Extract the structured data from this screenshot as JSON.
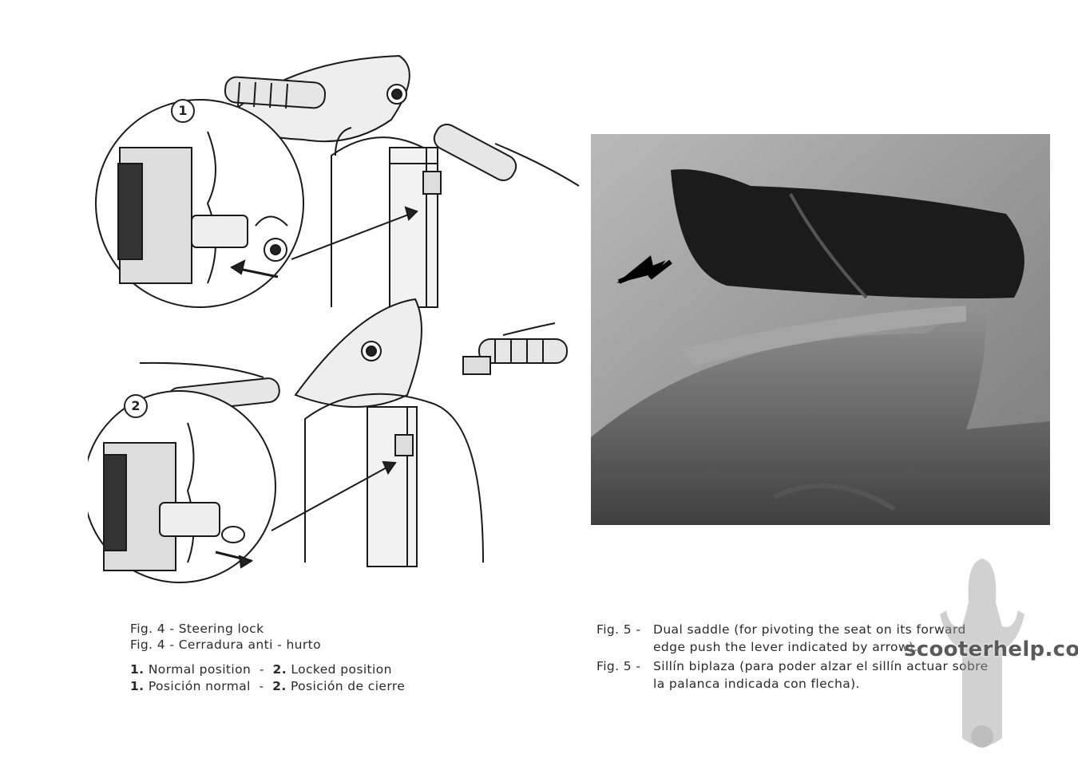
{
  "figure4": {
    "marker_1": "1",
    "marker_2": "2",
    "caption_en": "Fig. 4 - Steering lock",
    "caption_es": "Fig. 4 - Cerradura anti - hurto",
    "legend_en": {
      "n1": "1.",
      "t1": "Normal position",
      "sep": "-",
      "n2": "2.",
      "t2": "Locked position"
    },
    "legend_es": {
      "n1": "1.",
      "t1": "Posición normal",
      "sep": "-",
      "n2": "2.",
      "t2": "Posición de cierre"
    }
  },
  "figure5": {
    "label_en": "Fig. 5 -",
    "caption_en_line1": "Dual saddle (for pivoting the seat on its forward",
    "caption_en_line2": "edge push the lever indicated by arrow).",
    "label_es": "Fig. 5 -",
    "caption_es_line1": "Sillín biplaza (para poder alzar el sillín actuar sobre",
    "caption_es_line2": "la palanca indicada con flecha)."
  },
  "watermark": {
    "text": "scooterhelp.com"
  }
}
